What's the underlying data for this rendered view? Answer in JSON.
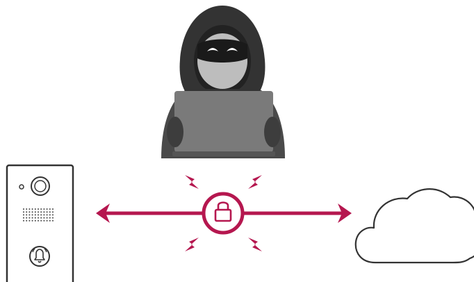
{
  "diagram": {
    "nodes": [
      {
        "id": "hacker",
        "icon": "hacker-icon",
        "role": "attacker"
      },
      {
        "id": "doorbell",
        "icon": "video-doorbell-icon",
        "role": "device"
      },
      {
        "id": "cloud",
        "icon": "cloud-icon",
        "role": "server"
      }
    ],
    "connection": {
      "from": "doorbell",
      "to": "cloud",
      "bidirectional": true,
      "center_icon": "padlock-icon"
    },
    "blocked_attack_markers": 4,
    "colors": {
      "accent": "#b5174f",
      "hood_dark": "#333333",
      "hood_mid": "#555555",
      "face": "#bfbfbf",
      "laptop": "#7a7a7a",
      "outline": "#333333",
      "background": "#ffffff"
    }
  }
}
